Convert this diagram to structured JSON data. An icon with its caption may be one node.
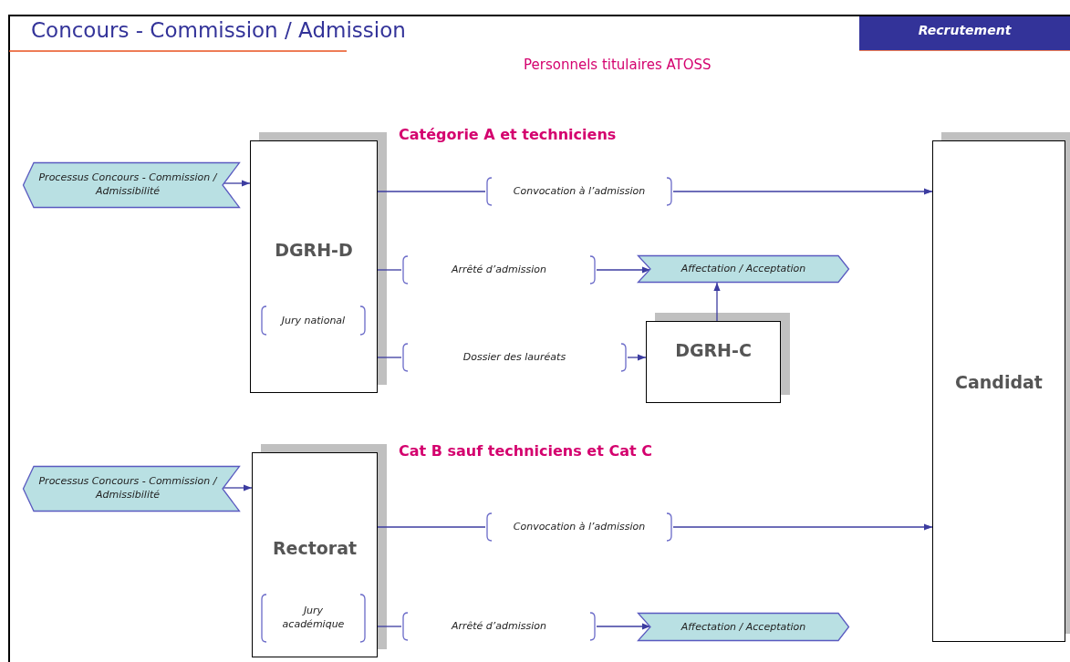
{
  "diagram": {
    "title": "Concours - Commission / Admission",
    "nodes": [
      {
        "text": [
          "Processus Concours - Commission / Admissibilité"
        ]
      },
      {
        "text": [
          "DGRH-D"
        ]
      },
      {
        "text": [
          "Jury national"
        ],
        "in": 1
      },
      {
        "text": [
          "Convocation à l’admission"
        ]
      },
      {
        "text": [
          "Arrêté d’admission"
        ]
      },
      {
        "text": [
          "Dossier des lauréats"
        ]
      },
      {
        "text": [
          "Affectation / Acceptation"
        ]
      },
      {
        "text": [
          "DGRH-C"
        ]
      },
      {
        "text": [
          "Candidat"
        ]
      },
      {
        "text": [
          "Processus Concours - Commission / Admissibilité"
        ]
      },
      {
        "text": [
          "Rectorat"
        ]
      },
      {
        "text": [
          "Jury académique"
        ],
        "in": 10
      },
      {
        "text": [
          "Convocation à l’admission"
        ]
      },
      {
        "text": [
          "Arrêté d’admission"
        ]
      },
      {
        "text": [
          "Affectation / Acceptation"
        ]
      }
    ],
    "edges": [
      {
        "from": 0,
        "to": 1,
        "arrow": "to"
      },
      {
        "from": 1,
        "to": 3,
        "arrow": "none"
      },
      {
        "from": 3,
        "to": 8,
        "arrow": "to"
      },
      {
        "from": 1,
        "to": 4,
        "arrow": "none"
      },
      {
        "from": 4,
        "to": 6,
        "arrow": "to"
      },
      {
        "from": 1,
        "to": 5,
        "arrow": "none"
      },
      {
        "from": 5,
        "to": 7,
        "arrow": "to"
      },
      {
        "from": 7,
        "to": 6,
        "arrow": "to"
      },
      {
        "from": 9,
        "to": 10,
        "arrow": "to"
      },
      {
        "from": 10,
        "to": 12,
        "arrow": "none"
      },
      {
        "from": 12,
        "to": 8,
        "arrow": "to"
      },
      {
        "from": 10,
        "to": 13,
        "arrow": "none"
      },
      {
        "from": 13,
        "to": 14,
        "arrow": "to"
      }
    ],
    "labels": [
      "Recrutement",
      "Personnels titulaires ATOSS",
      "Catégorie A et techniciens",
      "Cat B sauf techniciens et Cat C"
    ]
  }
}
